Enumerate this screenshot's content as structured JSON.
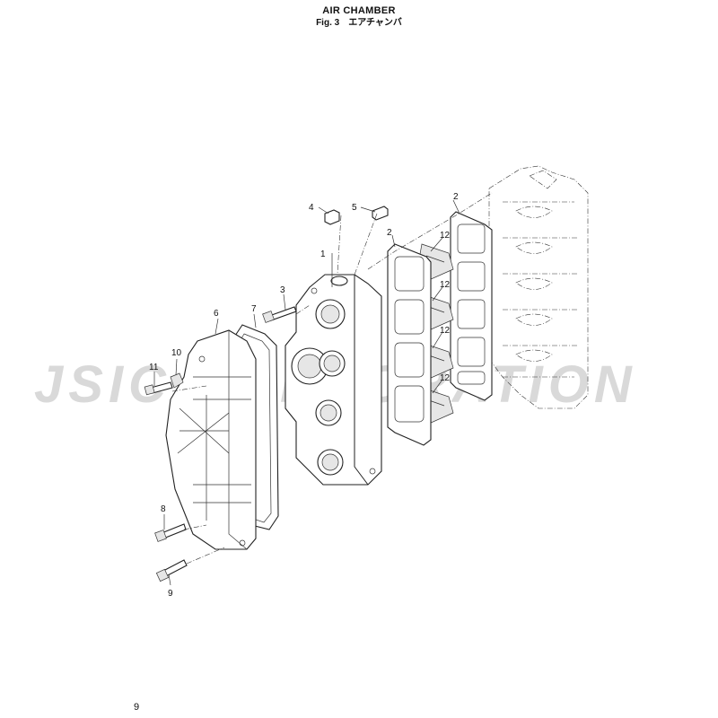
{
  "header": {
    "title": "AIR CHAMBER",
    "subtitle": "Fig. 3　エアチャンバ"
  },
  "watermark": "JSIC CORPORATION",
  "page_number": "9",
  "callouts": [
    {
      "label": "1"
    },
    {
      "label": "2"
    },
    {
      "label": "2"
    },
    {
      "label": "3"
    },
    {
      "label": "4"
    },
    {
      "label": "5"
    },
    {
      "label": "6"
    },
    {
      "label": "7"
    },
    {
      "label": "8"
    },
    {
      "label": "9"
    },
    {
      "label": "10"
    },
    {
      "label": "11"
    },
    {
      "label": "12"
    },
    {
      "label": "12"
    },
    {
      "label": "12"
    },
    {
      "label": "12"
    }
  ]
}
